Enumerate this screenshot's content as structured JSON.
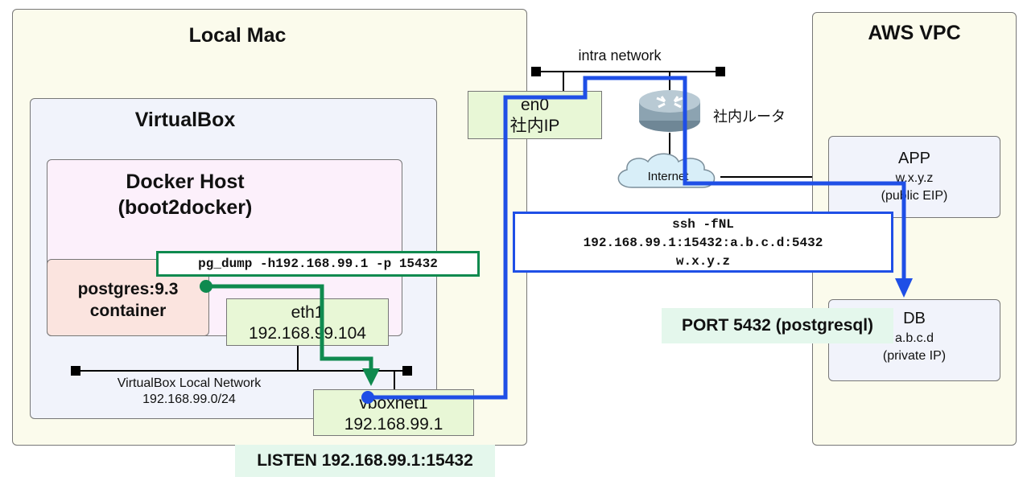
{
  "local_mac": {
    "title": "Local Mac"
  },
  "virtualbox": {
    "title": "VirtualBox"
  },
  "docker_host": {
    "title_line1": "Docker Host",
    "title_line2": "(boot2docker)"
  },
  "postgres_container": {
    "line1": "postgres:9.3",
    "line2": "container"
  },
  "pg_dump_command": "pg_dump -h192.168.99.1 -p 15432",
  "eth1": {
    "name": "eth1",
    "ip": "192.168.99.104"
  },
  "vbox_network": {
    "line1": "VirtualBox Local Network",
    "line2": "192.168.99.0/24"
  },
  "vboxnet1": {
    "name": "vboxnet1",
    "ip": "192.168.99.1"
  },
  "listen_label": "LISTEN 192.168.99.1:15432",
  "intra_network": {
    "label": "intra network"
  },
  "en0": {
    "name": "en0",
    "ip": "社内IP"
  },
  "router": {
    "label": "社内ルータ",
    "icon": "router-icon"
  },
  "internet": {
    "label": "Internet",
    "icon": "cloud-icon"
  },
  "ssh_command": {
    "line1": "ssh -fNL",
    "line2": "192.168.99.1:15432:a.b.c.d:5432",
    "line3": "w.x.y.z"
  },
  "aws_vpc": {
    "title": "AWS VPC"
  },
  "app": {
    "name": "APP",
    "ip": "w.x.y.z",
    "note": "(public EIP)"
  },
  "db": {
    "name": "DB",
    "ip": "a.b.c.d",
    "note": "(private IP)"
  },
  "port_label": "PORT 5432 (postgresql)",
  "colors": {
    "blue_path": "#1f4fe6",
    "green_path": "#0f8a4f",
    "cream": "#fbfbec",
    "lavender": "#f1f3fb",
    "pink": "#fcf0fb",
    "salmon": "#fbe4df",
    "green_box": "#e8f7d6"
  }
}
